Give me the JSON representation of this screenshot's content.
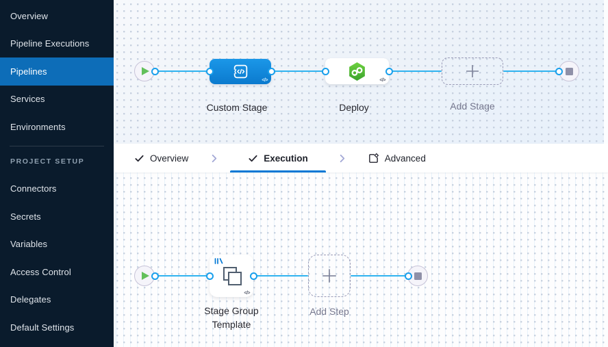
{
  "sidebar": {
    "items": [
      {
        "label": "Overview",
        "selected": false
      },
      {
        "label": "Pipeline Executions",
        "selected": false
      },
      {
        "label": "Pipelines",
        "selected": true
      },
      {
        "label": "Services",
        "selected": false
      },
      {
        "label": "Environments",
        "selected": false
      }
    ],
    "section_label": "PROJECT SETUP",
    "setup_items": [
      {
        "label": "Connectors"
      },
      {
        "label": "Secrets"
      },
      {
        "label": "Variables"
      },
      {
        "label": "Access Control"
      },
      {
        "label": "Delegates"
      },
      {
        "label": "Default Settings"
      }
    ]
  },
  "tabs": {
    "overview": {
      "label": "Overview",
      "state": "completed"
    },
    "execution": {
      "label": "Execution",
      "state": "active"
    },
    "advanced": {
      "label": "Advanced",
      "state": "default"
    }
  },
  "stage_pipeline": {
    "custom_stage": {
      "label": "Custom Stage",
      "code_badge": "</>"
    },
    "deploy": {
      "label": "Deploy",
      "code_badge": "</>"
    },
    "add_stage": {
      "label": "Add Stage"
    }
  },
  "execution_pipeline": {
    "stage_group_template": {
      "label": "Stage Group Template",
      "code_badge": "</>"
    },
    "add_step": {
      "label": "Add Step"
    }
  },
  "icons": {
    "play": "green-play-triangle",
    "stop": "gray-stop-square",
    "custom_stage": "code-brackets-in-frame",
    "deploy": "green-hexagon-infinity",
    "stage_group": "overlapping-squares-with-template-marks",
    "add": "plus",
    "tab_done": "checkmark",
    "tab_separator": "chevron-right",
    "advanced": "panel-with-gear"
  },
  "colors": {
    "sidebar_bg": "#0a1b2c",
    "sidebar_selected": "#0d6db8",
    "accent_blue": "#0278d5",
    "edge_blue": "#2fb3f0",
    "node_blue": "#0e86d9",
    "deploy_green": "#4cb832",
    "play_green": "#63c05b",
    "canvas_stage": "#ecf2f9",
    "canvas_exec": "#fdfdfe"
  }
}
